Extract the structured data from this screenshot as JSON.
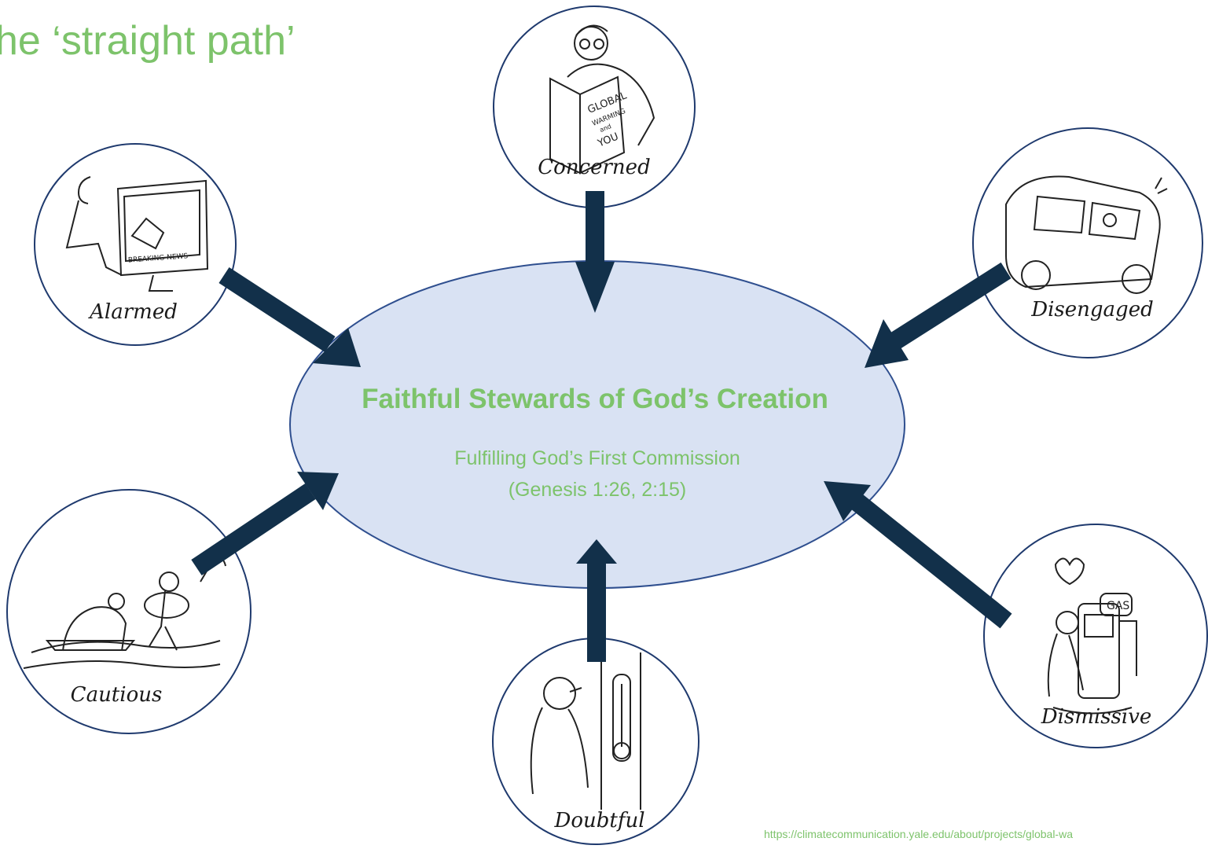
{
  "title": "he ‘straight path’",
  "center": {
    "title": "Faithful Stewards of God’s Creation",
    "subtitle_line1": "Fulfilling God’s First Commission",
    "subtitle_line2": "(Genesis 1:26, 2:15)",
    "fill_color": "#d9e2f3",
    "stroke_color": "#2f4f8f"
  },
  "segments": [
    {
      "id": "concerned",
      "label": "Concerned",
      "image": "man-reading-global-warming-book"
    },
    {
      "id": "alarmed",
      "label": "Alarmed",
      "image": "man-watching-breaking-news"
    },
    {
      "id": "disengaged",
      "label": "Disengaged",
      "image": "man-driving-car"
    },
    {
      "id": "cautious",
      "label": "Cautious",
      "image": "man-with-float-and-polar-bear"
    },
    {
      "id": "doubtful",
      "label": "Doubtful",
      "image": "man-looking-at-thermometer"
    },
    {
      "id": "dismissive",
      "label": "Dismissive",
      "image": "man-hugging-gas-pump"
    }
  ],
  "sketch_text": {
    "book_line1": "GLOBAL",
    "book_line2": "WARMING",
    "book_line3": "and",
    "book_line4": "YOU",
    "news_banner": "BREAKING NEWS",
    "gas_sign": "GAS"
  },
  "arrow_color": "#12304a",
  "source_url": "https://climatecommunication.yale.edu/about/projects/global-wa"
}
